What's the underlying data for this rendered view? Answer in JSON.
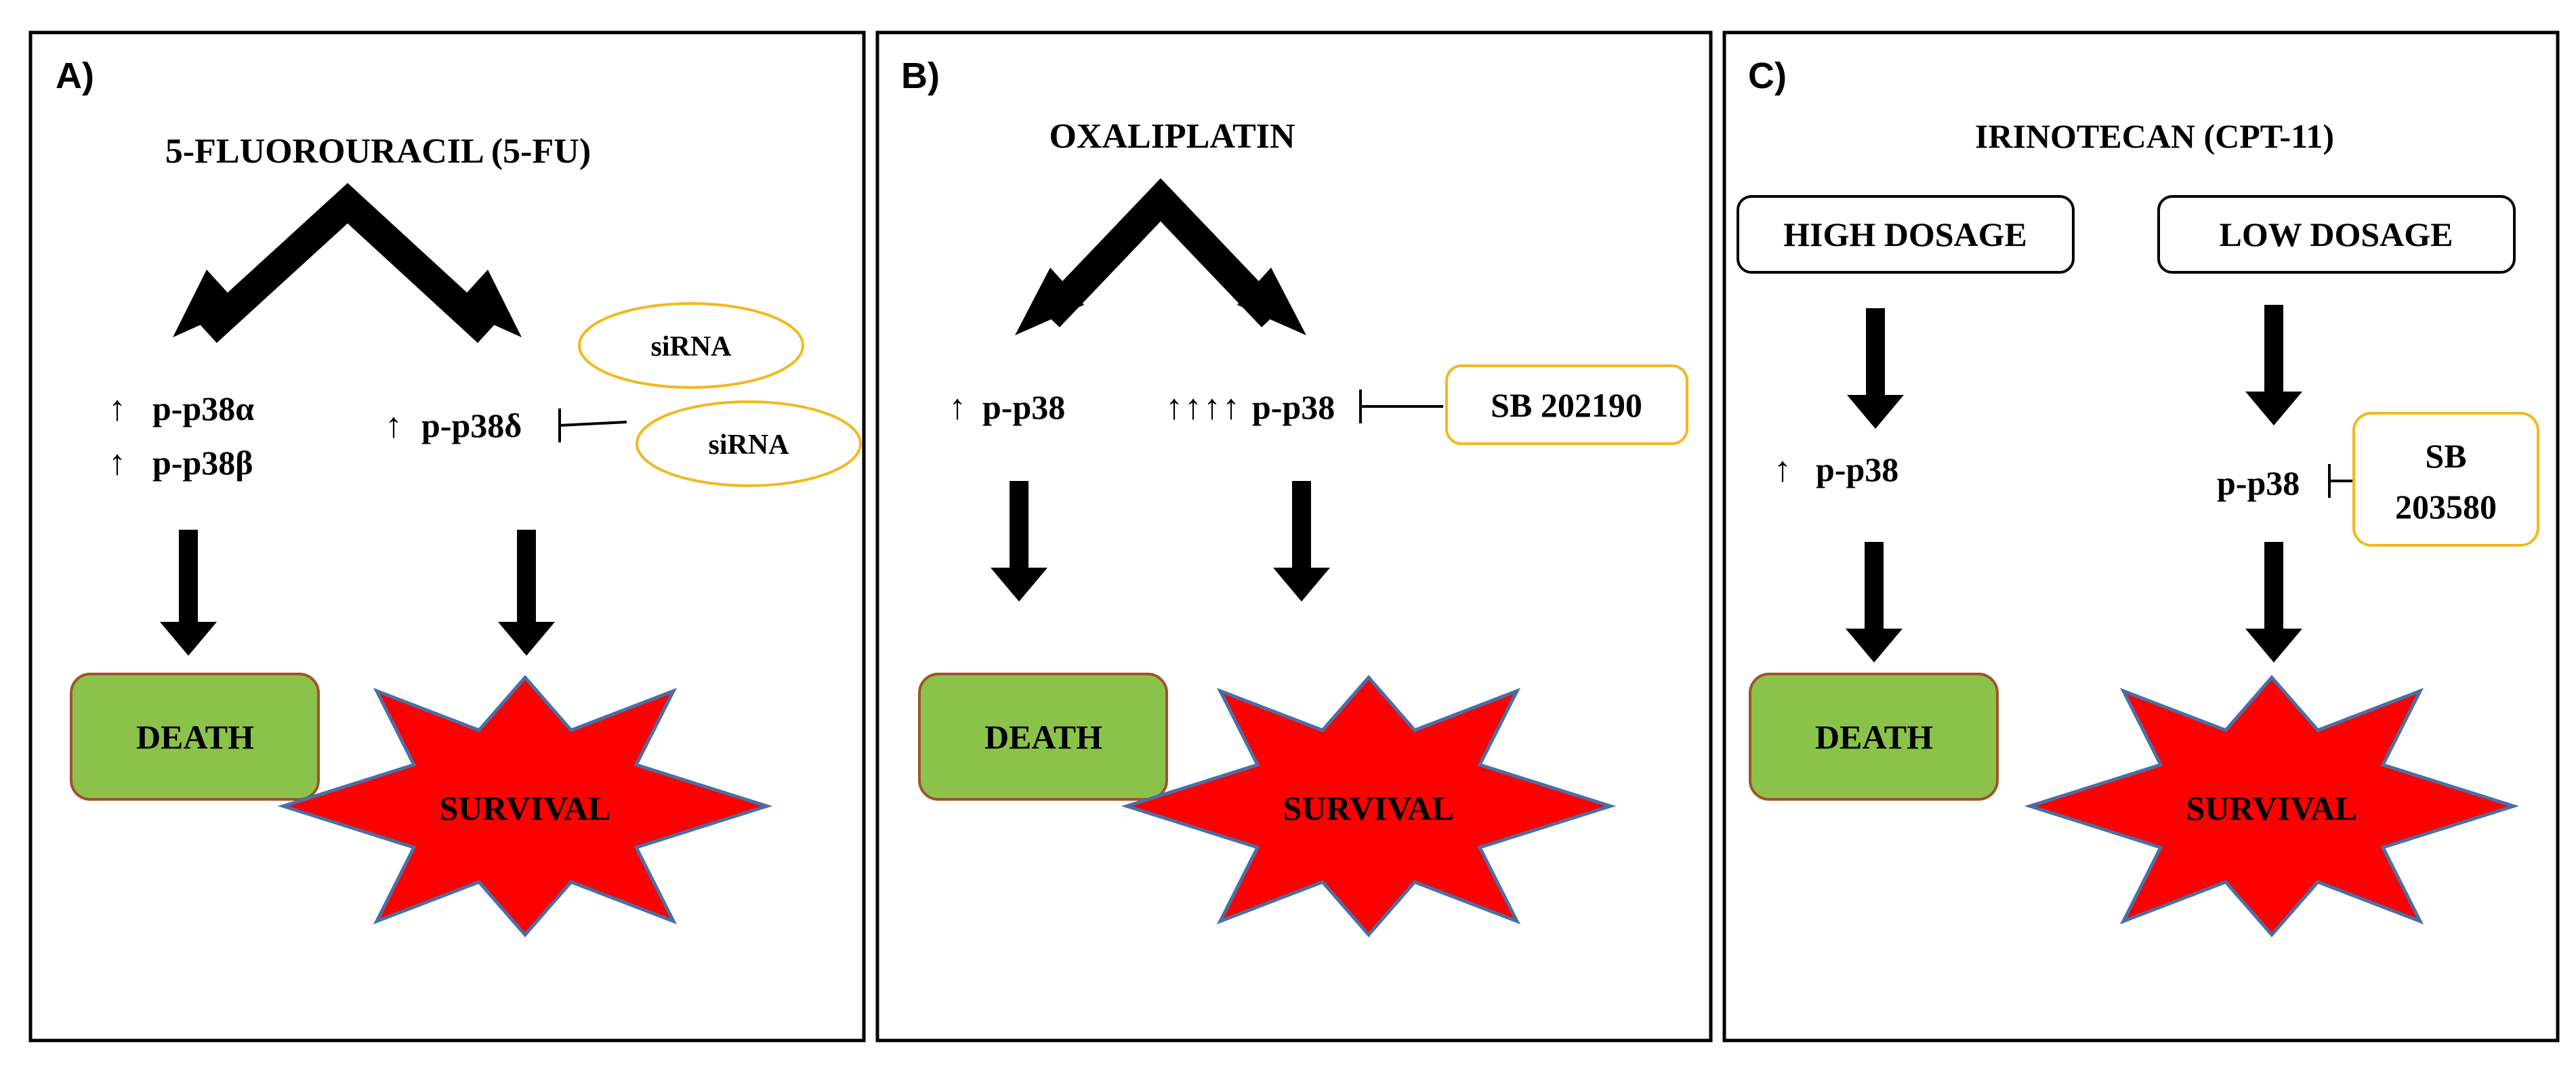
{
  "colors": {
    "death_fill": "#8BC34A",
    "death_stroke": "#A0522D",
    "survival_fill": "#FF0000",
    "survival_stroke": "#4A6FA5",
    "inhibitor_stroke": "#F2B81E",
    "arrow": "#000000",
    "panel_border": "#000000"
  },
  "icons": {
    "up_arrow": "↑",
    "inhibit": "⊣"
  },
  "panels": {
    "a": {
      "label": "A)",
      "drug": "5-FLUOROURACIL (5-FU)",
      "marker_alpha": "p-p38α",
      "marker_beta": "p-p38β",
      "marker_delta": "p-p38δ",
      "sirna_1": "siRNA",
      "sirna_2": "siRNA",
      "death": "DEATH",
      "survival": "SURVIVAL"
    },
    "b": {
      "label": "B)",
      "drug": "OXALIPLATIN",
      "marker_left": "p-p38",
      "marker_right": "p-p38",
      "inhibitor": "SB 202190",
      "death": "DEATH",
      "survival": "SURVIVAL"
    },
    "c": {
      "label": "C)",
      "drug": "IRINOTECAN (CPT-11)",
      "high_dosage": "HIGH DOSAGE",
      "low_dosage": "LOW DOSAGE",
      "marker_left": "p-p38",
      "marker_right": "p-p38",
      "inhibitor_line1": "SB",
      "inhibitor_line2": "203580",
      "death": "DEATH",
      "survival": "SURVIVAL"
    }
  }
}
